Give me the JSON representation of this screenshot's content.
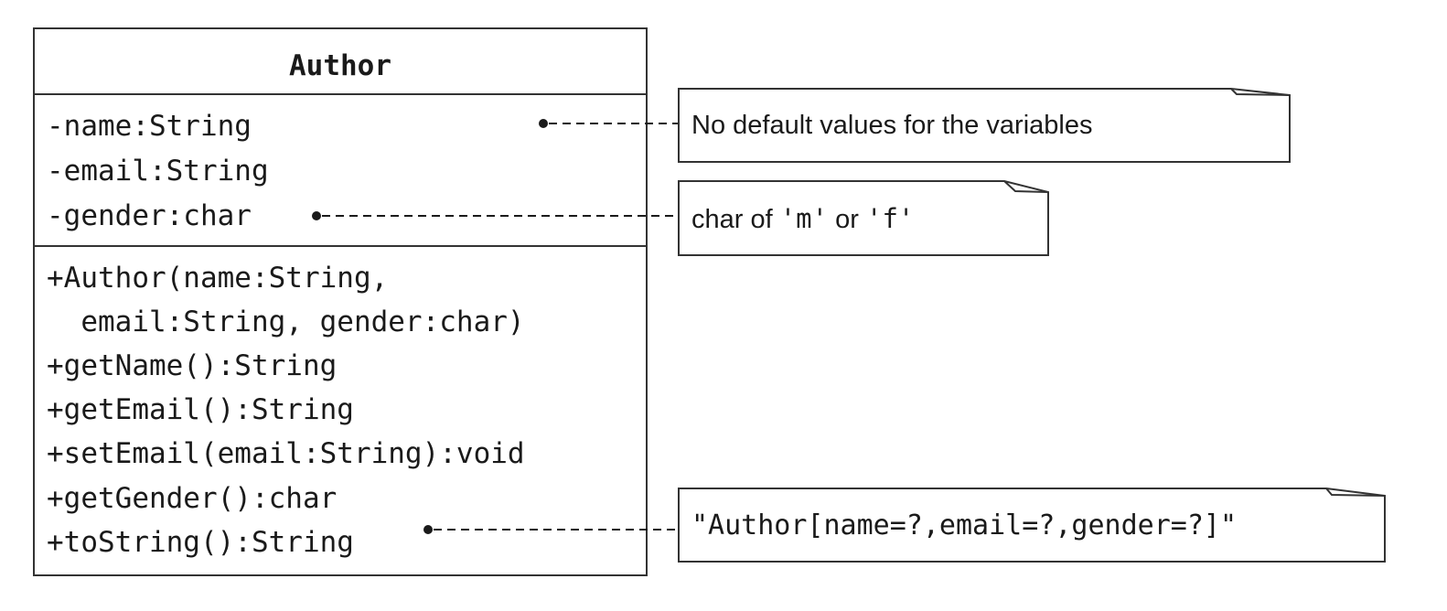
{
  "class": {
    "name": "Author",
    "attributes": [
      "-name:String",
      "-email:String",
      "-gender:char"
    ],
    "operations": [
      "+Author(name:String,",
      "  email:String, gender:char)",
      "+getName():String",
      "+getEmail():String",
      "+setEmail(email:String):void",
      "+getGender():char",
      "+toString():String"
    ]
  },
  "notes": {
    "defaults": {
      "text": "No default values for the variables"
    },
    "gender": {
      "prefix": "char of ",
      "code1": "'m'",
      "middle": " or ",
      "code2": "'f'"
    },
    "tostring": {
      "text": "\"Author[name=?,email=?,gender=?]\""
    }
  }
}
